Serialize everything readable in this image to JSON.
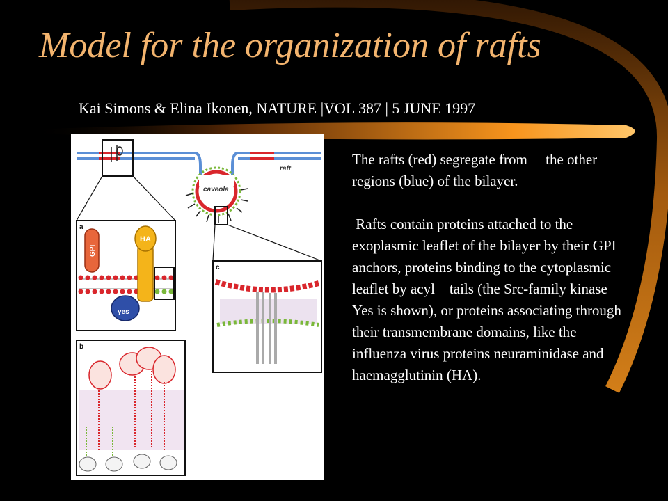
{
  "slide": {
    "title": "Model for the organization of rafts",
    "citation": "Kai Simons & Elina Ikonen, NATURE |VOL 387 | 5 JUNE 1997",
    "paragraphs": [
      "The rafts (red) segregate from     the other regions (blue) of the bilayer.",
      " Rafts contain proteins attached to the exoplasmic leaflet of the bilayer by their GPI anchors, proteins binding to the cytoplasmic leaflet by acyl    tails (the Src-family kinase Yes is shown), or proteins associating through their transmembrane domains, like the influenza virus proteins neuraminidase and haemagglutinin (HA)."
    ]
  },
  "figure": {
    "labels": {
      "raft": "raft",
      "caveola": "caveola",
      "panel_a": "a",
      "panel_b": "b",
      "panel_c": "c",
      "gpi": "GPI",
      "ha": "HA",
      "yes": "yes"
    }
  },
  "colors": {
    "background": "#000000",
    "title": "#f3b46e",
    "swoosh": "#f7941d",
    "raft_red": "#d9262c",
    "membrane_blue": "#5b8fd6",
    "ha_yellow": "#f4b41a",
    "yes_blue": "#2f4fa8"
  }
}
